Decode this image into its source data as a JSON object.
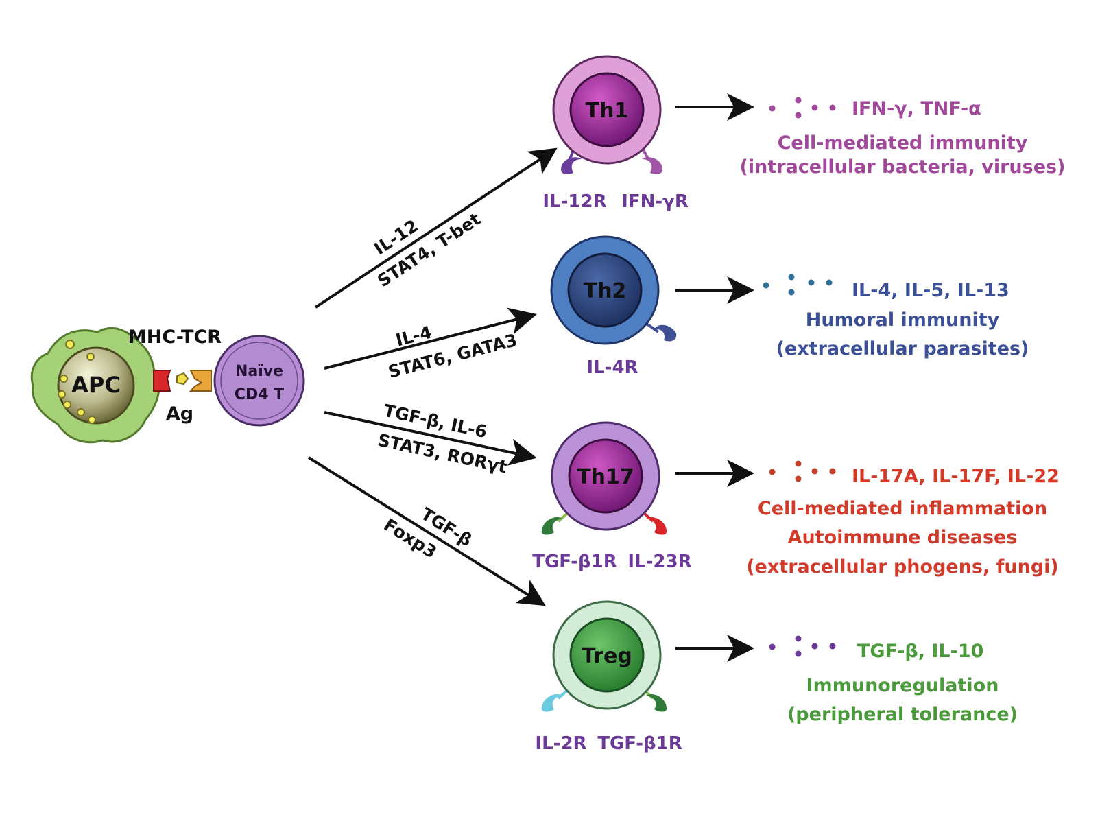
{
  "apc": {
    "label": "APC",
    "synapse_label": "MHC-TCR",
    "antigen_label": "Ag"
  },
  "naive": {
    "line1": "Naïve",
    "line2": "CD4 T"
  },
  "pathways": [
    {
      "inducer": "IL-12",
      "factors": "STAT4, T-bet"
    },
    {
      "inducer": "IL-4",
      "factors": "STAT6, GATA3"
    },
    {
      "inducer": "TGF-β, IL-6",
      "factors": "STAT3, RORγt"
    },
    {
      "inducer": "TGF-β",
      "factors": "Foxp3"
    }
  ],
  "subsets": [
    {
      "name": "Th1",
      "receptors": [
        "IL-12R",
        "IFN-γR"
      ],
      "cytokines": "IFN-γ, TNF-α",
      "function": [
        "Cell-mediated immunity",
        "(intracellular bacteria, viruses)"
      ],
      "color": "#a0489a"
    },
    {
      "name": "Th2",
      "receptors": [
        "IL-4R"
      ],
      "cytokines": "IL-4, IL-5, IL-13",
      "function": [
        "Humoral immunity",
        "(extracellular parasites)"
      ],
      "color": "#3b4f96"
    },
    {
      "name": "Th17",
      "receptors": [
        "TGF-β1R",
        "IL-23R"
      ],
      "cytokines": "IL-17A, IL-17F, IL-22",
      "function": [
        "Cell-mediated inflammation",
        "Autoimmune diseases",
        "(extracellular phogens, fungi)"
      ],
      "color": "#d23a2a"
    },
    {
      "name": "Treg",
      "receptors": [
        "IL-2R",
        "TGF-β1R"
      ],
      "cytokines": "TGF-β, IL-10",
      "function": [
        "Immunoregulation",
        "(peripheral tolerance)"
      ],
      "color": "#4a9a3c"
    }
  ],
  "receptor_label_color": "#6a3a96"
}
